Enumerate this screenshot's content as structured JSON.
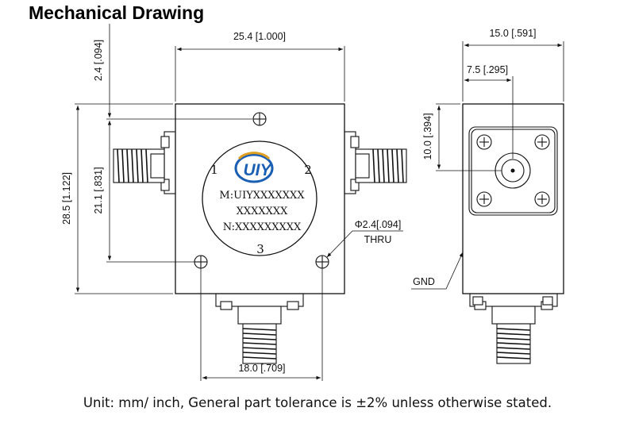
{
  "title": "Mechanical Drawing",
  "footnote": "Unit: mm/ inch, General part tolerance is ±2% unless otherwise stated.",
  "front_view": {
    "dim_top_width": "25.4 [1.000]",
    "dim_top_offset": "2.4 [.094]",
    "dim_total_height": "28.5 [1.122]",
    "dim_hole_spacing_v": "21.1 [.831]",
    "dim_hole_spacing_h": "18.0 [.709]",
    "hole_callout": "Φ2.4[.094]",
    "hole_callout_thru": "THRU",
    "logo_text": "UIY",
    "port_1": "1",
    "port_2": "2",
    "port_3": "3",
    "label_line1": "M:UIYXXXXXXX",
    "label_line2": "XXXXXXX",
    "label_line3": "N:XXXXXXXXX"
  },
  "side_view": {
    "dim_width": "15.0 [.591]",
    "dim_center": "7.5 [.295]",
    "dim_height": "10.0 [.394]",
    "gnd_label": "GND"
  }
}
